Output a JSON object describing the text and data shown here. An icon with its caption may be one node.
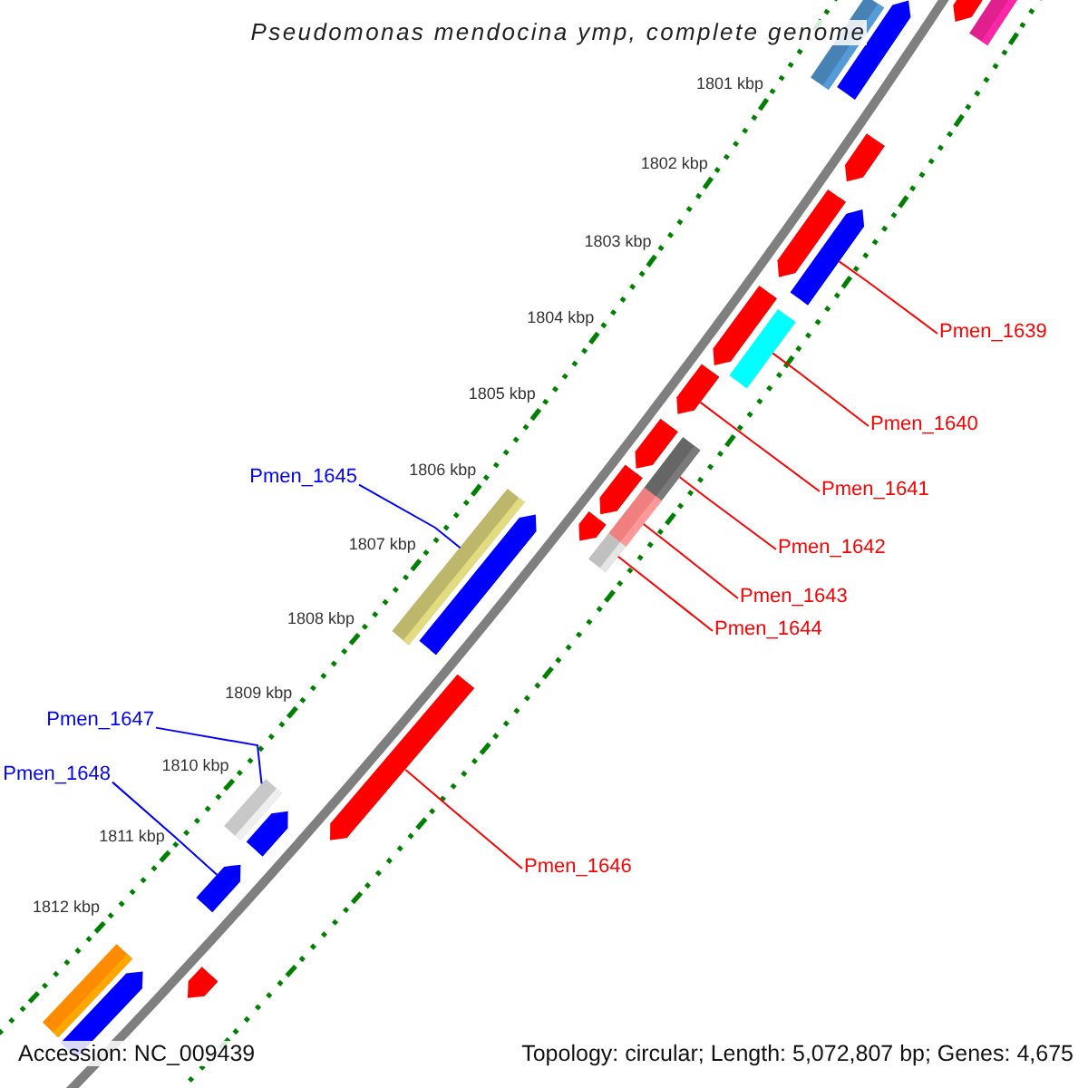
{
  "diagram": {
    "title": "Pseudomonas mendocina ymp, complete genome",
    "nodes": [
      {
        "text": [
          "Pmen_1639"
        ]
      },
      {
        "text": [],
        "shape": "pentagon"
      },
      {
        "text": [
          "Pmen_1640"
        ]
      },
      {
        "text": [],
        "shape": "bar"
      },
      {
        "text": [
          "Pmen_1641"
        ]
      },
      {
        "text": [],
        "shape": "pentagon"
      },
      {
        "text": [
          "Pmen_1642"
        ]
      },
      {
        "text": [],
        "shape": "bar"
      },
      {
        "text": [
          "Pmen_1643"
        ]
      },
      {
        "text": [],
        "shape": "bar"
      },
      {
        "text": [
          "Pmen_1644"
        ]
      },
      {
        "text": [],
        "shape": "bar"
      },
      {
        "text": [
          "Pmen_1645"
        ]
      },
      {
        "text": [],
        "shape": "bar"
      },
      {
        "text": [
          "Pmen_1646"
        ]
      },
      {
        "text": [],
        "shape": "pentagon"
      },
      {
        "text": [
          "Pmen_1647"
        ]
      },
      {
        "text": [],
        "shape": "bar"
      },
      {
        "text": [
          "Pmen_1648"
        ]
      },
      {
        "text": [],
        "shape": "pentagon"
      },
      {
        "text": [],
        "shape": "pentagon"
      },
      {
        "text": [],
        "shape": "bar"
      },
      {
        "text": [],
        "shape": "bar"
      },
      {
        "text": [],
        "shape": "pentagon"
      },
      {
        "text": [],
        "shape": "pentagon"
      },
      {
        "text": [],
        "shape": "pentagon"
      },
      {
        "text": [],
        "shape": "pentagon"
      },
      {
        "text": [],
        "shape": "pentagon"
      },
      {
        "text": [],
        "shape": "pentagon"
      },
      {
        "text": [],
        "shape": "pentagon"
      },
      {
        "text": [],
        "shape": "pentagon"
      },
      {
        "text": [],
        "shape": "pentagon"
      },
      {
        "text": [],
        "shape": "pentagon"
      },
      {
        "text": [],
        "shape": "bar"
      },
      {
        "text": [],
        "shape": "pentagon"
      }
    ],
    "edges": [
      {
        "from": 0,
        "to": 1,
        "arrow": "none"
      },
      {
        "from": 2,
        "to": 3,
        "arrow": "none"
      },
      {
        "from": 4,
        "to": 5,
        "arrow": "none"
      },
      {
        "from": 6,
        "to": 7,
        "arrow": "none"
      },
      {
        "from": 8,
        "to": 9,
        "arrow": "none"
      },
      {
        "from": 10,
        "to": 11,
        "arrow": "none"
      },
      {
        "from": 12,
        "to": 13,
        "arrow": "none",
        "color": "#0000ff"
      },
      {
        "from": 14,
        "to": 15,
        "arrow": "none"
      },
      {
        "from": 16,
        "to": 17,
        "arrow": "none",
        "color": "#0000ff"
      },
      {
        "from": 18,
        "to": 19,
        "arrow": "none",
        "color": "#0000ff"
      }
    ],
    "labels": [
      "1801 kbp",
      "1802 kbp",
      "1803 kbp",
      "1804 kbp",
      "1805 kbp",
      "1806 kbp",
      "1807 kbp",
      "1808 kbp",
      "1809 kbp",
      "1810 kbp",
      "1811 kbp",
      "1812 kbp",
      "Accession: NC_009439",
      "Topology: circular; Length: 5,072,807 bp; Genes: 4,675"
    ]
  }
}
